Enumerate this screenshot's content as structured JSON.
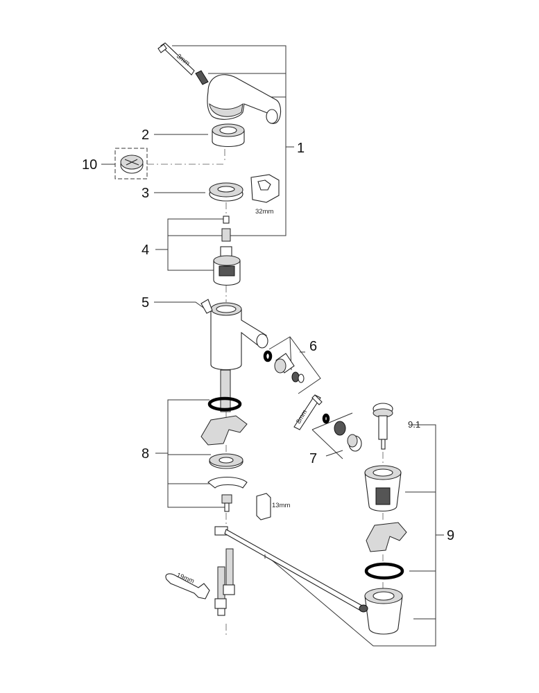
{
  "callouts": {
    "c1": "1",
    "c2": "2",
    "c3": "3",
    "c4": "4",
    "c5": "5",
    "c6": "6",
    "c7": "7",
    "c8": "8",
    "c9": "9",
    "c9_1": "9.1",
    "c10": "10"
  },
  "dimensions": {
    "hex_key_handle": "3mm",
    "wrench_cartridge": "32mm",
    "hex_key_aerator": "8mm",
    "wrench_connector": "13mm",
    "spanner_hose": "19mm"
  },
  "colors": {
    "line": "#222222",
    "shade": "#d9d9d9",
    "background": "#ffffff"
  }
}
